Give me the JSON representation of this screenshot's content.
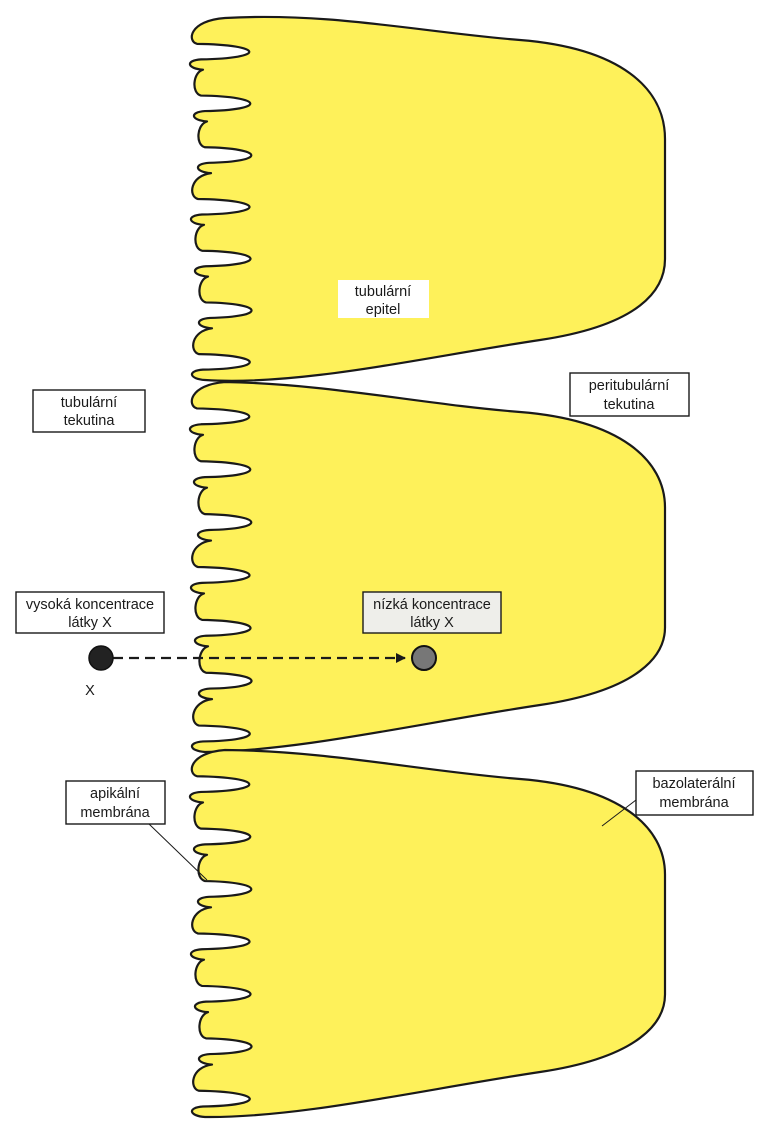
{
  "labels": {
    "epithelium": [
      "tubulární",
      "epitel"
    ],
    "tubular_fluid": [
      "tubulární",
      "tekutina"
    ],
    "peritubular_fluid": [
      "peritubulární",
      "tekutina"
    ],
    "high_conc": [
      "vysoká koncentrace",
      "látky X"
    ],
    "low_conc": [
      "nízká koncentrace",
      "látky X"
    ],
    "substance": "X",
    "apical_membrane": [
      "apikální",
      "membrána"
    ],
    "basolateral_membrane": [
      "bazolaterální",
      "membrána"
    ]
  },
  "colors": {
    "cell_fill": "#fef15a",
    "outline": "#1a1a1a",
    "molecule_high": "#222222",
    "molecule_low": "#777777",
    "low_conc_box": "#eeeeea"
  }
}
